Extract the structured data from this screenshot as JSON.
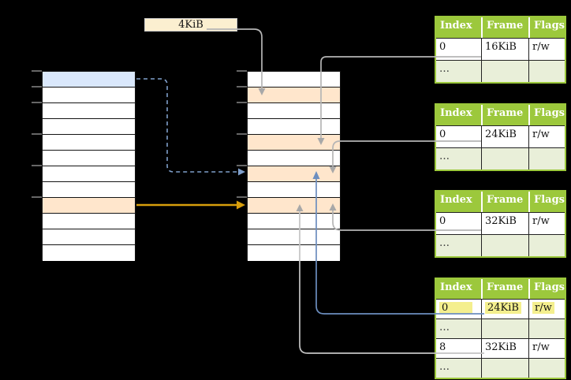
{
  "size_label": "4KiB",
  "memory_columns": {
    "left_virtual": {
      "rows": 12,
      "blue_row_index": 0,
      "orange_row_index": 8
    },
    "middle_physical": {
      "rows": 12,
      "orange_row_indices": [
        1,
        4,
        6,
        8
      ]
    },
    "address_tick_rows_kib": [
      "0",
      "4",
      "8",
      "16",
      "24",
      "32"
    ]
  },
  "page_tables": [
    {
      "name": "page-table-16kib",
      "headers": [
        "Index",
        "Frame",
        "Flags"
      ],
      "rows": [
        {
          "cells": [
            "0",
            "16KiB",
            "r/w"
          ]
        },
        {
          "cells": [
            "…",
            "",
            ""
          ]
        }
      ]
    },
    {
      "name": "page-table-24kib",
      "headers": [
        "Index",
        "Frame",
        "Flags"
      ],
      "rows": [
        {
          "cells": [
            "0",
            "24KiB",
            "r/w"
          ]
        },
        {
          "cells": [
            "…",
            "",
            ""
          ]
        }
      ]
    },
    {
      "name": "page-table-32kib",
      "headers": [
        "Index",
        "Frame",
        "Flags"
      ],
      "rows": [
        {
          "cells": [
            "0",
            "32KiB",
            "r/w"
          ]
        },
        {
          "cells": [
            "…",
            "",
            ""
          ]
        }
      ]
    },
    {
      "name": "level2-page-table",
      "headers": [
        "Index",
        "Frame",
        "Flags"
      ],
      "rows": [
        {
          "cells": [
            "0",
            "24KiB",
            "r/w"
          ],
          "highlight": true
        },
        {
          "cells": [
            "…",
            "",
            ""
          ]
        },
        {
          "cells": [
            "8",
            "32KiB",
            "r/w"
          ]
        },
        {
          "cells": [
            "…",
            "",
            ""
          ]
        }
      ]
    }
  ],
  "connections": [
    {
      "from": "size-label-4kib",
      "to": "physical-row-2",
      "style": "gray-solid"
    },
    {
      "from": "virtual-row-1-blue",
      "to": "physical-row-7",
      "style": "blue-dashed"
    },
    {
      "from": "virtual-row-9-orange",
      "to": "physical-row-9",
      "style": "orange-solid"
    },
    {
      "from": "page-table-16kib-frame-cell",
      "to": "physical-row-5",
      "style": "gray-solid"
    },
    {
      "from": "page-table-24kib-frame-cell",
      "to": "physical-row-7",
      "style": "gray-solid"
    },
    {
      "from": "page-table-32kib-frame-cell",
      "to": "physical-row-9",
      "style": "gray-solid"
    },
    {
      "from": "level2-table-frame-24kib",
      "to": "physical-row-7",
      "style": "blue-solid"
    },
    {
      "from": "level2-table-frame-32kib",
      "to": "physical-row-9",
      "style": "gray-solid"
    }
  ],
  "colors": {
    "background": "#000000",
    "header_green": "#9CC83C",
    "row_light_green": "#E9EFD9",
    "row_blue": "#DAE8FC",
    "row_orange": "#FFE6CC",
    "label_cream": "#FBEFD0",
    "highlight_yellow": "#F4EF8E",
    "arrow_gray": "#B5B5B5",
    "arrow_blue": "#6C8EBF",
    "arrow_blue_dashed": "#7F9FCB",
    "arrow_orange": "#D89E0C",
    "tick_gray": "#808080"
  }
}
